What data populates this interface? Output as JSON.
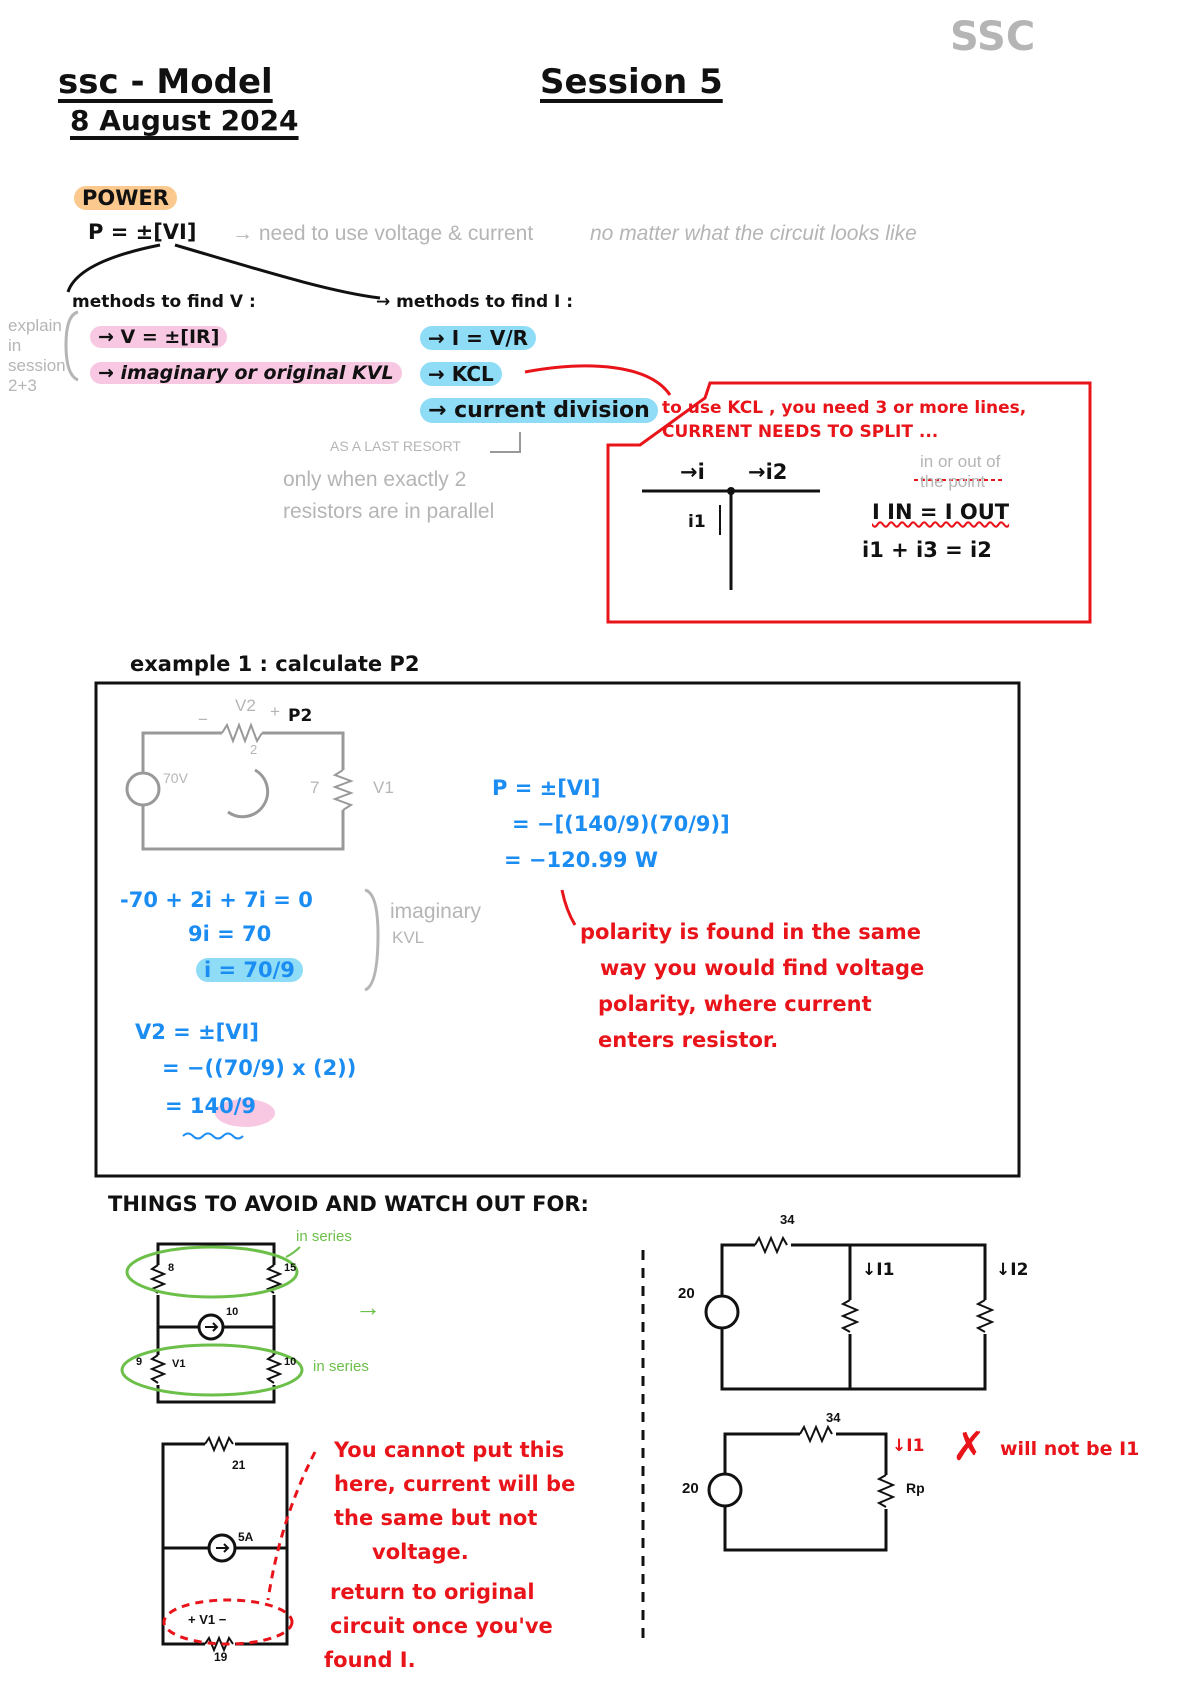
{
  "corner_label": "SSC",
  "header": {
    "course": "ssc - Model",
    "date": "8 August 2024",
    "session": "Session 5"
  },
  "power": {
    "heading": "POWER",
    "formula": "P = ±[VI]",
    "note_1": "→ need to use voltage & current",
    "note_2": "no matter what the circuit looks like"
  },
  "methods_v": {
    "title": "methods to find V :",
    "item_1": "→ V = ±[IR]",
    "item_2": "→ imaginary or original KVL",
    "side_note": "explain in session 2+3"
  },
  "methods_i": {
    "title": "→ methods to find I :",
    "item_1": "→ I = V/R",
    "item_2": "→ KCL",
    "item_3": "→ current division",
    "last_resort": "AS A LAST RESORT",
    "note_line1": "only when exactly 2",
    "note_line2": "resistors are in parallel"
  },
  "kcl_box": {
    "line1": "to use KCL , you need 3 or more lines,",
    "line2": "CURRENT NEEDS TO SPLIT ...",
    "in_out_1": "in or out of",
    "in_out_2": "the point",
    "eq1": "I IN = I OUT",
    "eq2": "i1 + i3 = i2",
    "label_i": "→i",
    "label_i2": "→i2",
    "label_i1": "i1"
  },
  "example": {
    "title": "example 1 : calculate P2",
    "circuit": {
      "v2": "V2",
      "p2": "P2",
      "r2": "2",
      "source": "70V",
      "r7": "7",
      "v1": "V1",
      "minus": "−",
      "plus": "+"
    },
    "kvl_lines": [
      "-70 + 2i + 7i = 0",
      "9i = 70",
      "i = 70/9"
    ],
    "kvl_note_1": "imaginary",
    "kvl_note_2": "KVL",
    "v2_lines": [
      "V2 = ±[VI]",
      "= −((70/9) x (2))",
      "= 140/9"
    ],
    "p_lines": [
      "P = ±[VI]",
      "= −[(140/9)(70/9)]",
      "= −120.99 W"
    ],
    "polarity_note": [
      "polarity is found in the same",
      "way you would find voltage",
      "polarity, where current",
      "enters resistor."
    ]
  },
  "avoid": {
    "title": "THINGS TO AVOID AND WATCH OUT FOR:",
    "in_series": "in series",
    "arrow": "→",
    "c1": {
      "r8": "8",
      "r15": "15",
      "src": "10",
      "r9": "9",
      "r10": "10",
      "v1": "V1"
    },
    "c2": {
      "r21": "21",
      "src": "5A",
      "r19": "19",
      "v1": "+ V1 −"
    },
    "warning": [
      "You cannot put this",
      "here, current will be",
      "the same but not",
      "voltage.",
      "return to original",
      "circuit once you've",
      "found I."
    ],
    "c3": {
      "r34": "34",
      "src": "20",
      "i1": "↓I1",
      "i2": "↓I2"
    },
    "c4": {
      "r34": "34",
      "src": "20",
      "i1": "↓I1",
      "rp": "Rp"
    },
    "x_mark": "✗",
    "x_note": "will not be I1"
  }
}
